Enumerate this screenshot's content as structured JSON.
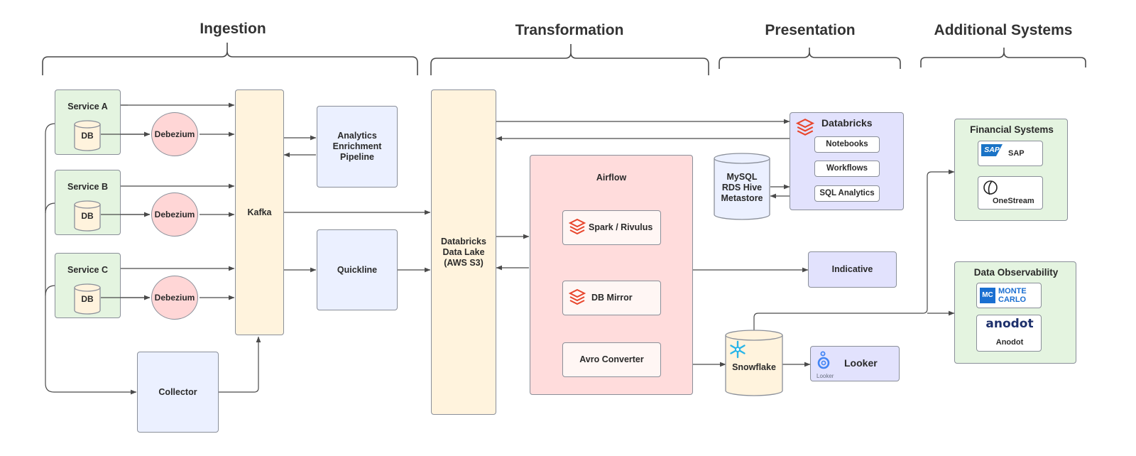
{
  "sections": {
    "ingestion": "Ingestion",
    "transformation": "Transformation",
    "presentation": "Presentation",
    "additional": "Additional Systems"
  },
  "ingestion": {
    "service_a": "Service A",
    "service_b": "Service B",
    "service_c": "Service C",
    "db": "DB",
    "debezium": "Debezium",
    "kafka": "Kafka",
    "analytics": "Analytics Enrichment Pipeline",
    "quickline": "Quickline",
    "collector": "Collector"
  },
  "transformation": {
    "data_lake": "Databricks Data Lake (AWS S3)",
    "airflow": "Airflow",
    "spark": "Spark / Rivulus",
    "db_mirror": "DB Mirror",
    "avro": "Avro Converter"
  },
  "presentation": {
    "databricks": "Databricks",
    "notebooks": "Notebooks",
    "workflows": "Workflows",
    "sql_analytics": "SQL Analytics",
    "mysql": "MySQL RDS Hive Metastore",
    "indicative": "Indicative",
    "snowflake": "Snowflake",
    "looker": "Looker",
    "looker_sub": "Looker"
  },
  "additional": {
    "financial": "Financial Systems",
    "sap": "SAP",
    "sap_logo": "SAP",
    "onestream": "OneStream",
    "observability": "Data Observability",
    "mc_mark": "MC",
    "mc_line1": "MONTE",
    "mc_line2": "CARLO",
    "anodot_logo": "anodot",
    "anodot": "Anodot"
  },
  "colors": {
    "green": "#e4f4e0",
    "yellow": "#fff3dd",
    "blue": "#ebf0ff",
    "pink": "#ffdcdc",
    "purple": "#e2e2fd",
    "databricks_red": "#e8452c",
    "snowflake_blue": "#29b5e8",
    "monte_carlo_blue": "#1a6fd1",
    "anodot_navy": "#1c2f6b"
  },
  "icons": [
    "databricks-icon",
    "snowflake-icon",
    "looker-icon",
    "onestream-icon",
    "sap-logo",
    "monte-carlo-logo",
    "anodot-logo"
  ]
}
